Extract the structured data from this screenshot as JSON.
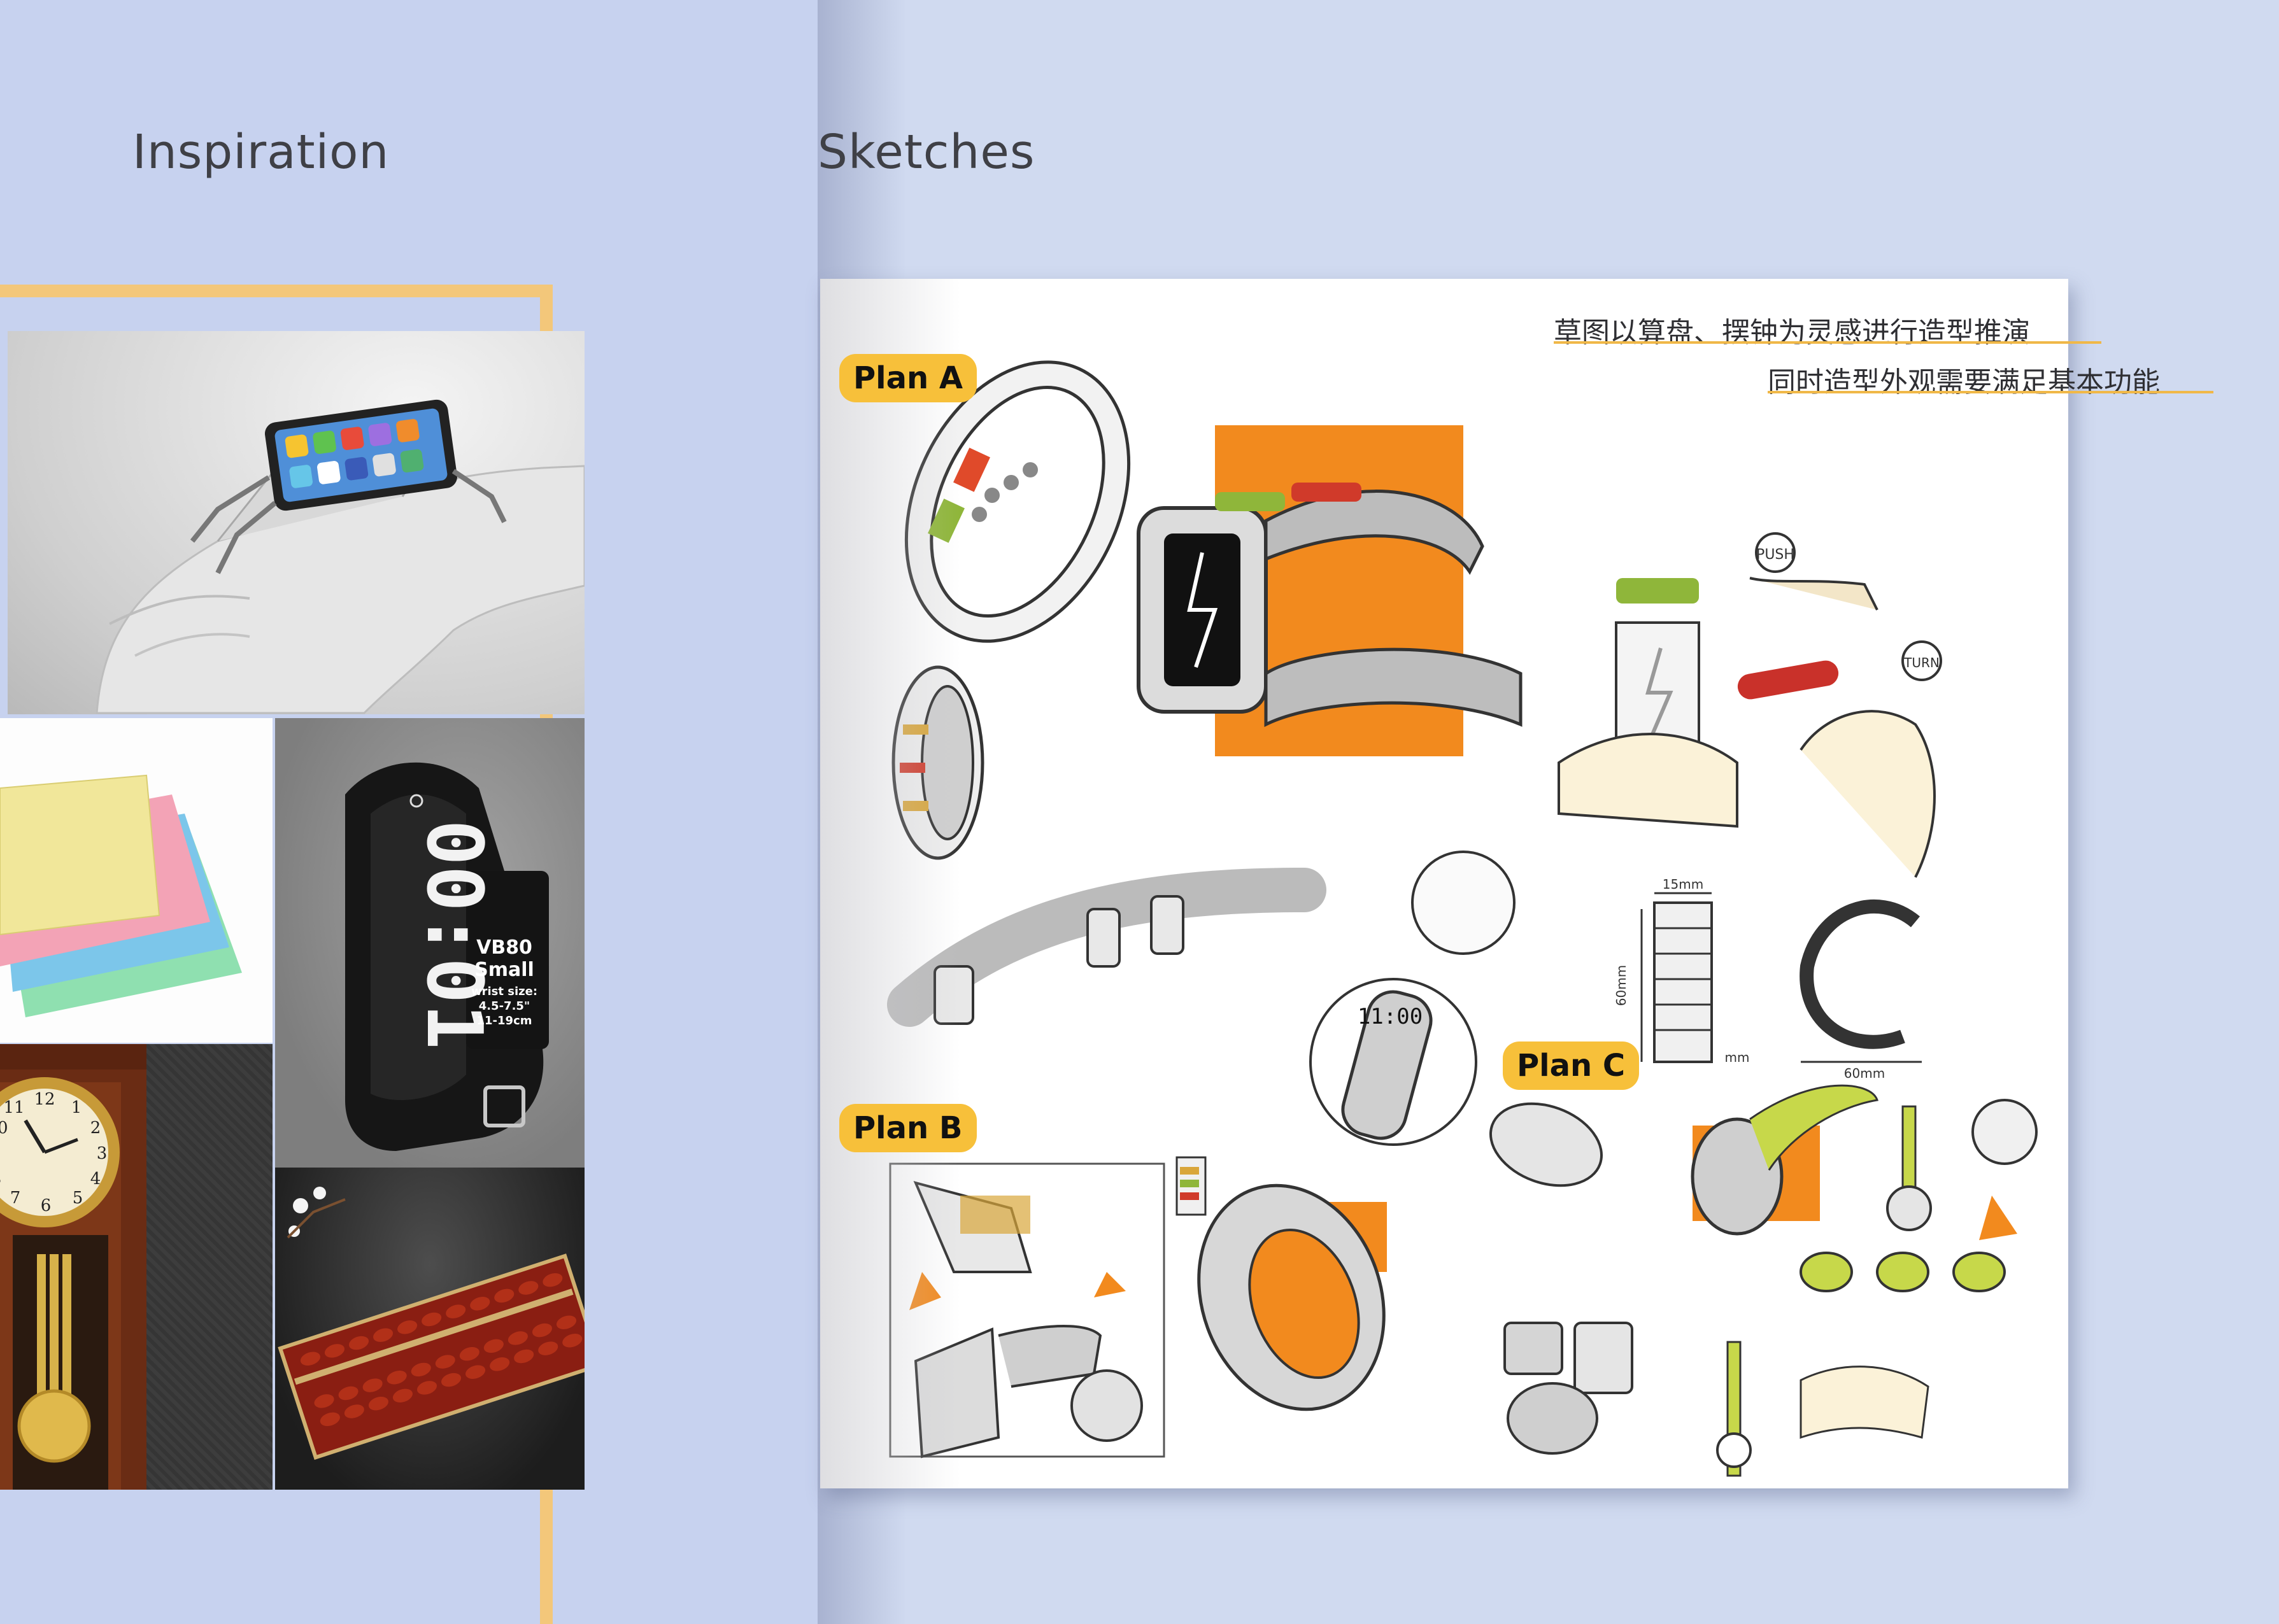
{
  "headings": {
    "inspiration": "Inspiration",
    "sketches": "Sketches"
  },
  "captions": {
    "line1": "草图以算盘、摆钟为灵感进行造型推演",
    "line2": "同时造型外观需要满足基本功能"
  },
  "plans": {
    "a": "Plan A",
    "b": "Plan B",
    "c": "Plan C"
  },
  "band_photo": {
    "display_digits": "00:01",
    "model": "VB80",
    "size_name": "Small",
    "wrist_label": "wrist size:",
    "wrist_inches": "4.5-7.5\"",
    "wrist_cm": "11-19cm"
  },
  "sketch_notes": {
    "push": "PUSH",
    "turn": "TURN",
    "screen_time": "11:00",
    "dim_width": "15mm",
    "dim_height": "60mm",
    "dim_diameter": "60mm",
    "dim_unit": "mm"
  },
  "colors": {
    "accent": "#f7c03a",
    "frame": "#f3c77a",
    "orange": "#f28a1e",
    "lime": "#c7d84a"
  }
}
